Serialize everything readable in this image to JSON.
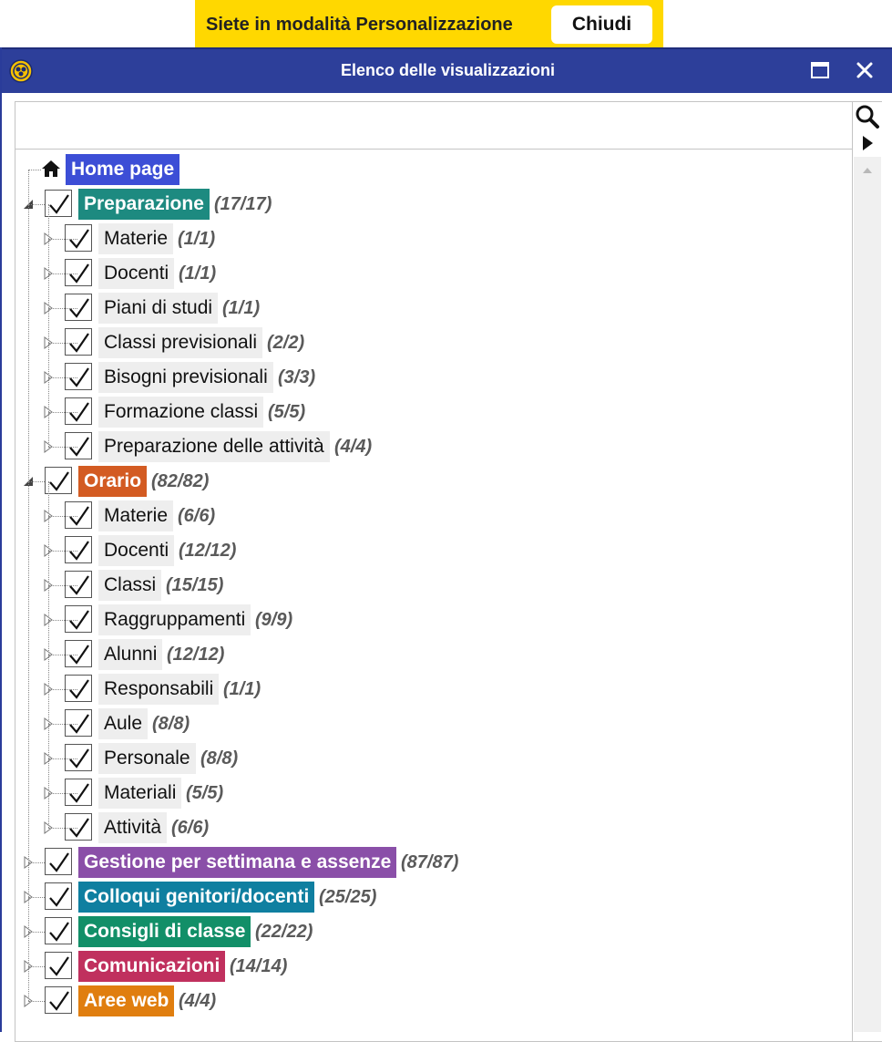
{
  "banner": {
    "message": "Siete in modalità Personalizzazione",
    "close_label": "Chiudi",
    "color": "#ffd800"
  },
  "window": {
    "title": "Elenco delle visualizzazioni",
    "title_bar_color": "#2d3f9a",
    "icons": [
      "app-logo-icon",
      "maximize-icon",
      "close-icon"
    ]
  },
  "search": {
    "value": "",
    "placeholder": "",
    "icons": [
      "search-icon",
      "triangle-right-icon",
      "scroll-up-icon"
    ]
  },
  "tree": [
    {
      "level": 0,
      "kind": "home",
      "label": "Home page",
      "count": "",
      "color": "#3c4ed6"
    },
    {
      "level": 0,
      "kind": "category",
      "label": "Preparazione",
      "count": "(17/17)",
      "color": "#1d8a80",
      "expanded": true,
      "checked": true
    },
    {
      "level": 1,
      "kind": "item",
      "label": "Materie",
      "count": "(1/1)",
      "checked": true
    },
    {
      "level": 1,
      "kind": "item",
      "label": "Docenti",
      "count": "(1/1)",
      "checked": true
    },
    {
      "level": 1,
      "kind": "item",
      "label": "Piani di studi",
      "count": "(1/1)",
      "checked": true
    },
    {
      "level": 1,
      "kind": "item",
      "label": "Classi previsionali",
      "count": "(2/2)",
      "checked": true
    },
    {
      "level": 1,
      "kind": "item",
      "label": "Bisogni previsionali",
      "count": "(3/3)",
      "checked": true
    },
    {
      "level": 1,
      "kind": "item",
      "label": "Formazione classi",
      "count": "(5/5)",
      "checked": true
    },
    {
      "level": 1,
      "kind": "item",
      "label": "Preparazione delle attività",
      "count": "(4/4)",
      "checked": true
    },
    {
      "level": 0,
      "kind": "category",
      "label": "Orario",
      "count": "(82/82)",
      "color": "#d35b22",
      "expanded": true,
      "checked": true
    },
    {
      "level": 1,
      "kind": "item",
      "label": "Materie",
      "count": "(6/6)",
      "checked": true
    },
    {
      "level": 1,
      "kind": "item",
      "label": "Docenti",
      "count": "(12/12)",
      "checked": true
    },
    {
      "level": 1,
      "kind": "item",
      "label": "Classi",
      "count": "(15/15)",
      "checked": true
    },
    {
      "level": 1,
      "kind": "item",
      "label": "Raggruppamenti",
      "count": "(9/9)",
      "checked": true
    },
    {
      "level": 1,
      "kind": "item",
      "label": "Alunni",
      "count": "(12/12)",
      "checked": true
    },
    {
      "level": 1,
      "kind": "item",
      "label": "Responsabili",
      "count": "(1/1)",
      "checked": true
    },
    {
      "level": 1,
      "kind": "item",
      "label": "Aule",
      "count": "(8/8)",
      "checked": true
    },
    {
      "level": 1,
      "kind": "item",
      "label": "Personale",
      "count": "(8/8)",
      "checked": true
    },
    {
      "level": 1,
      "kind": "item",
      "label": "Materiali",
      "count": "(5/5)",
      "checked": true
    },
    {
      "level": 1,
      "kind": "item",
      "label": "Attività",
      "count": "(6/6)",
      "checked": true
    },
    {
      "level": 0,
      "kind": "category",
      "label": "Gestione per settimana e assenze",
      "count": "(87/87)",
      "color": "#8a4fa8",
      "expanded": false,
      "checked": true
    },
    {
      "level": 0,
      "kind": "category",
      "label": "Colloqui genitori/docenti",
      "count": "(25/25)",
      "color": "#0f7fa0",
      "expanded": false,
      "checked": true
    },
    {
      "level": 0,
      "kind": "category",
      "label": "Consigli di classe",
      "count": "(22/22)",
      "color": "#128f68",
      "expanded": false,
      "checked": true
    },
    {
      "level": 0,
      "kind": "category",
      "label": "Comunicazioni",
      "count": "(14/14)",
      "color": "#c0305e",
      "expanded": false,
      "checked": true
    },
    {
      "level": 0,
      "kind": "category",
      "label": "Aree web",
      "count": "(4/4)",
      "color": "#e07e0f",
      "expanded": false,
      "checked": true
    }
  ]
}
